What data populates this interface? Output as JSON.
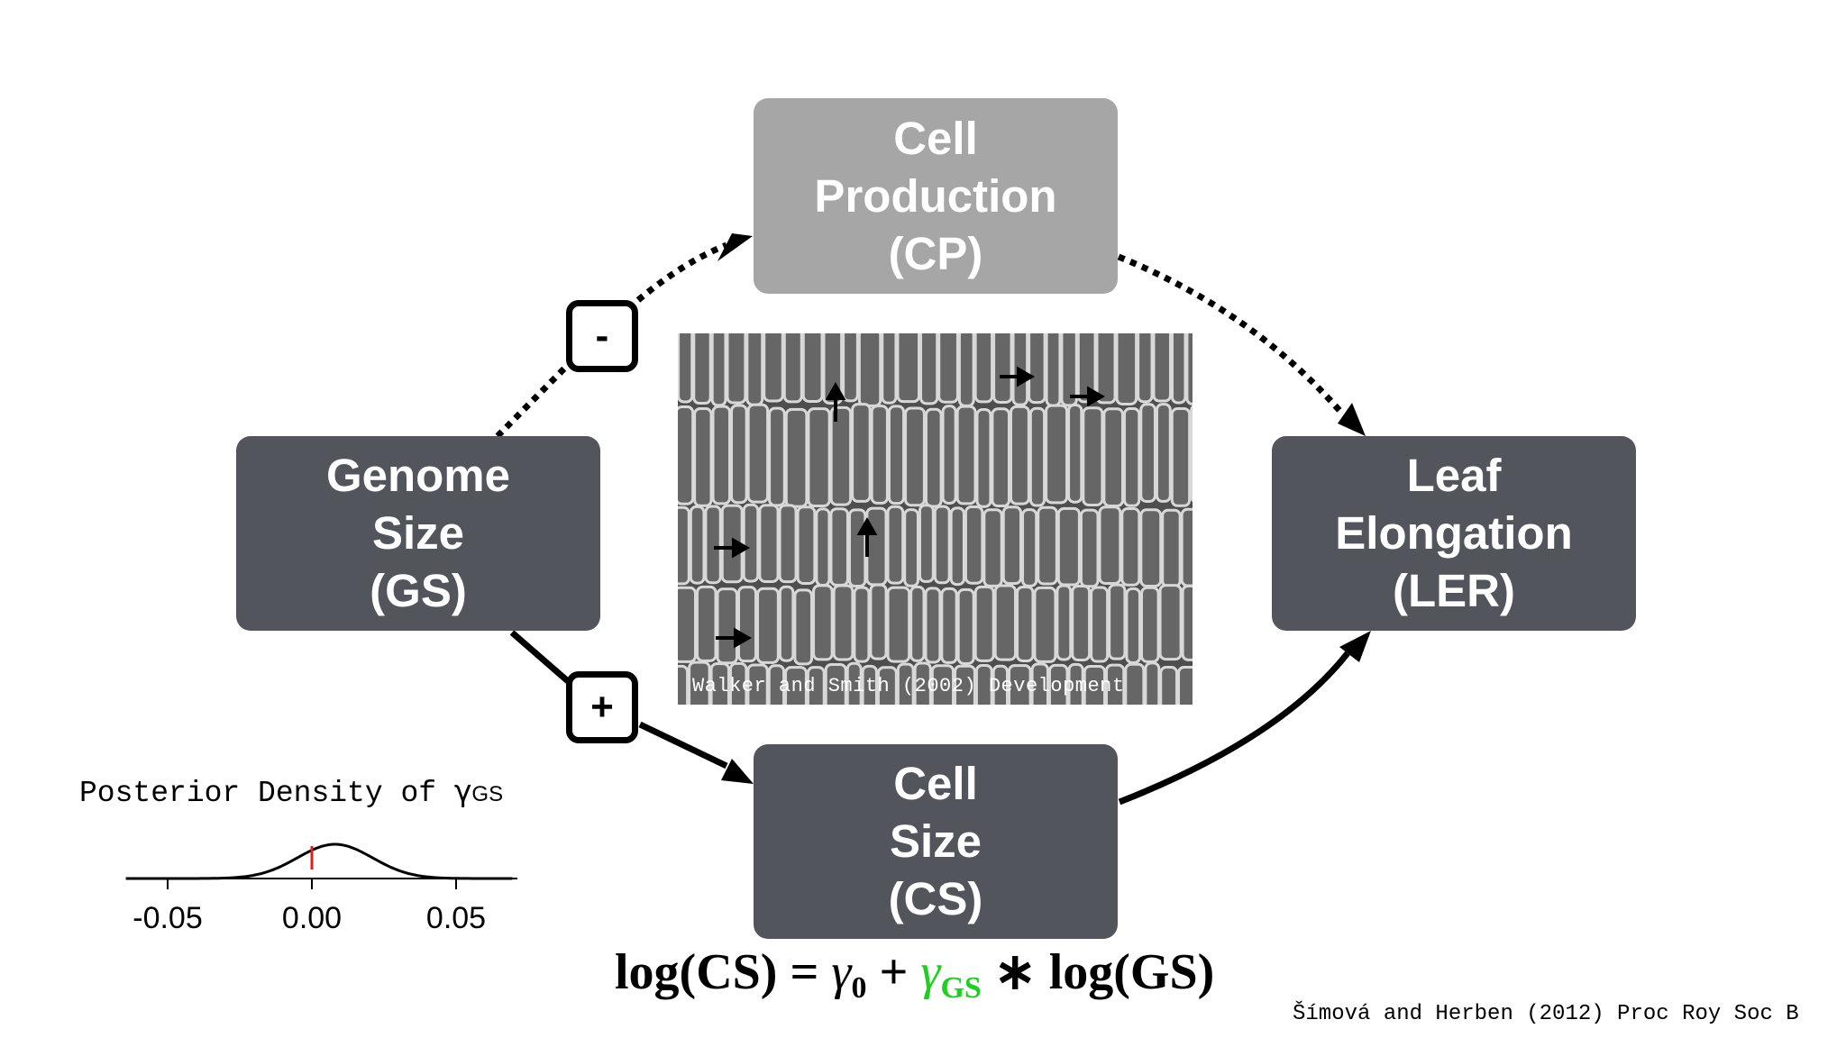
{
  "nodes": {
    "genome_size": [
      "Genome",
      "Size",
      "(GS)"
    ],
    "cell_production": [
      "Cell",
      "Production",
      "(CP)"
    ],
    "leaf_elongation": [
      "Leaf",
      "Elongation",
      "(LER)"
    ],
    "cell_size": [
      "Cell",
      "Size",
      "(CS)"
    ]
  },
  "edges": [
    {
      "from": "Genome Size (GS)",
      "to": "Cell Production (CP)",
      "style": "dotted",
      "sign": "-"
    },
    {
      "from": "Cell Production (CP)",
      "to": "Leaf Elongation (LER)",
      "style": "dotted"
    },
    {
      "from": "Genome Size (GS)",
      "to": "Cell Size (CS)",
      "style": "solid",
      "sign": "+"
    },
    {
      "from": "Cell Size (CS)",
      "to": "Leaf Elongation (LER)",
      "style": "solid"
    }
  ],
  "signs": {
    "negative": "-",
    "positive": "+"
  },
  "micrograph": {
    "credit": "Walker and Smith (2002) Development"
  },
  "posterior": {
    "title": "Posterior Density of ",
    "gamma": "γ",
    "subscript": "GS",
    "marker_value": 0.0,
    "tick_labels": [
      "-0.05",
      "0.00",
      "0.05"
    ],
    "ticks": [
      -0.05,
      0.0,
      0.05
    ]
  },
  "equation": {
    "lhs": "log(CS) = ",
    "gamma0": "γ",
    "gamma0_sub": "0",
    "plus": " + ",
    "gamma_gs": "γ",
    "gamma_gs_sub": "GS",
    "rhs": " ∗ log(GS)"
  },
  "citation": "Šímová and Herben (2012) Proc Roy Soc B",
  "colors": {
    "dark_node": "#52555b",
    "light_node": "#a5a6a5",
    "gamma_gs": "#22cc22",
    "marker": "#e02020"
  }
}
